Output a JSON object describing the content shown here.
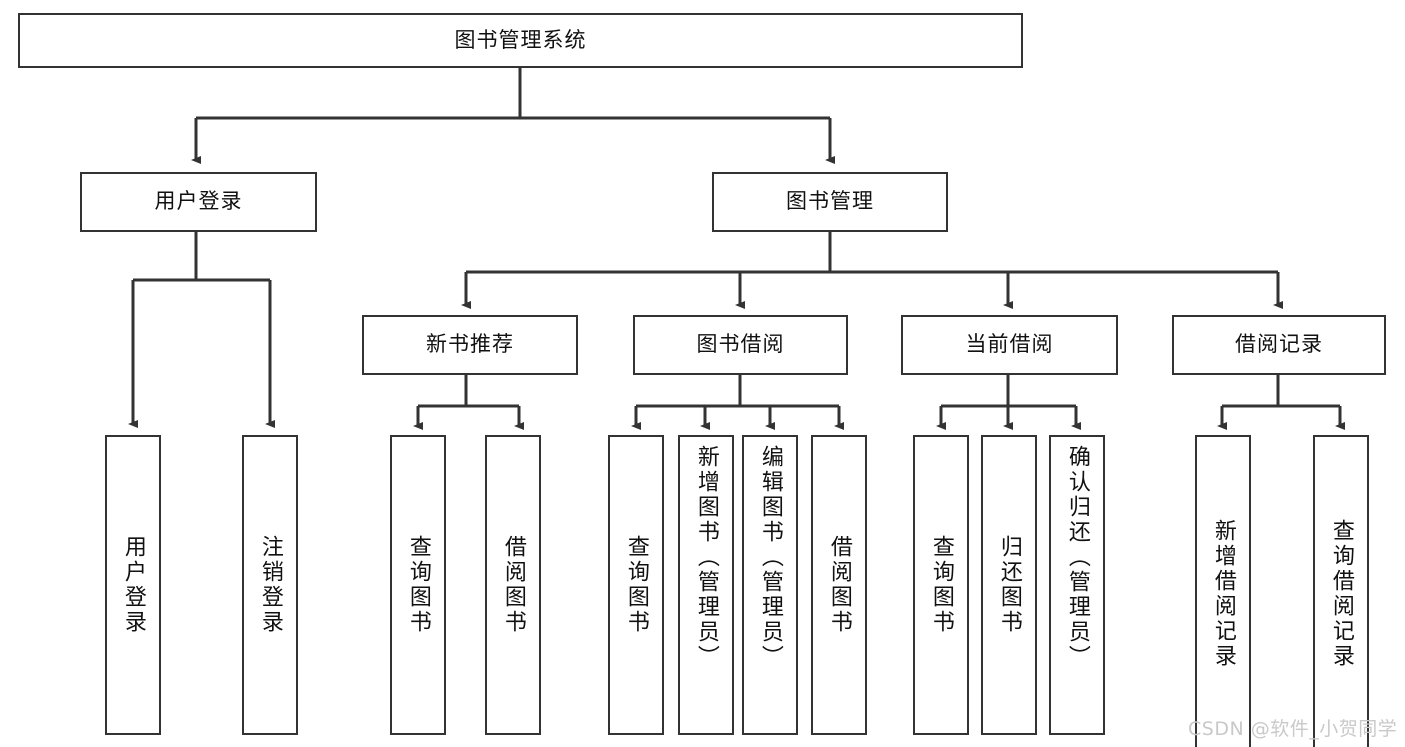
{
  "diagram": {
    "type": "tree",
    "title": "图书管理系统",
    "root": {
      "label": "图书管理系统"
    },
    "level2": [
      {
        "label": "用户登录"
      },
      {
        "label": "图书管理"
      }
    ],
    "level3": [
      {
        "label": "新书推荐"
      },
      {
        "label": "图书借阅"
      },
      {
        "label": "当前借阅"
      },
      {
        "label": "借阅记录"
      }
    ],
    "leaves": {
      "user_login": [
        {
          "label": "用户登录"
        },
        {
          "label": "注销登录"
        }
      ],
      "new_book_recommend": [
        {
          "label": "查询图书"
        },
        {
          "label": "借阅图书"
        }
      ],
      "book_borrow": [
        {
          "label": "查询图书"
        },
        {
          "label": "新增图书（管理员）"
        },
        {
          "label": "编辑图书（管理员）"
        },
        {
          "label": "借阅图书"
        }
      ],
      "current_borrow": [
        {
          "label": "查询图书"
        },
        {
          "label": "归还图书"
        },
        {
          "label": "确认归还（管理员）"
        }
      ],
      "borrow_record": [
        {
          "label": "新增借阅记录"
        },
        {
          "label": "查询借阅记录"
        }
      ]
    }
  },
  "watermark": {
    "text": "CSDN @软件_小贺同学"
  },
  "colors": {
    "stroke": "#333333",
    "background": "#ffffff",
    "text": "#111111",
    "watermark": "#c9c9c9"
  }
}
